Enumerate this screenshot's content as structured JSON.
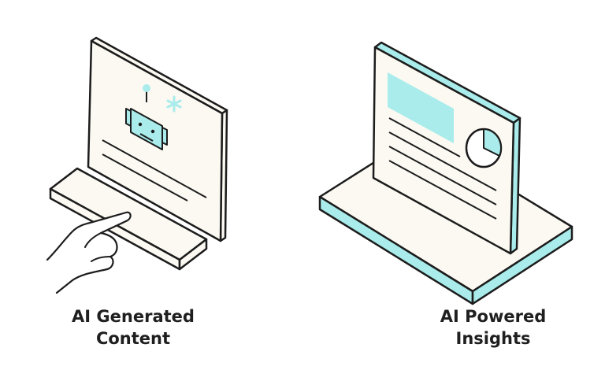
{
  "cards": [
    {
      "caption_line1": "AI Generated",
      "caption_line2": "Content",
      "icon": "monitor-with-robot-and-hand-tapping-keyboard"
    },
    {
      "caption_line1": "AI Powered",
      "caption_line2": "Insights",
      "icon": "document-report-with-pie-chart-on-platform"
    }
  ],
  "colors": {
    "outline": "#1c1c1c",
    "cream": "#fbf9f2",
    "accent": "#a9eceb",
    "text": "#1f1f1f"
  }
}
